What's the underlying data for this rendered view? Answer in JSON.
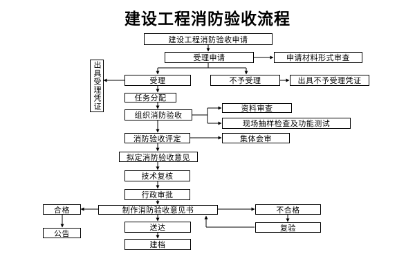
{
  "title": "建设工程消防验收流程",
  "nodes": {
    "apply": "建设工程消防验收申请",
    "receive_apply": "受理申请",
    "form_review": "申请材料形式审查",
    "accept": "受理",
    "reject": "不予受理",
    "issue_reject_cert": "出具不予受理凭证",
    "issue_accept_cert": "出具受理凭证",
    "assign": "任务分配",
    "organize": "组织消防验收",
    "doc_review": "资料审查",
    "site_test": "现场抽样检查及功能测试",
    "evaluate": "消防验收评定",
    "group_review": "集体会审",
    "draft_opinion": "拟定消防验收意见",
    "tech_review": "技术复核",
    "admin_approve": "行政审批",
    "make_opinion": "制作消防验收意见书",
    "qualified": "合格",
    "announce": "公告",
    "unqualified": "不合格",
    "recheck": "复验",
    "deliver": "送达",
    "archive": "建档"
  }
}
